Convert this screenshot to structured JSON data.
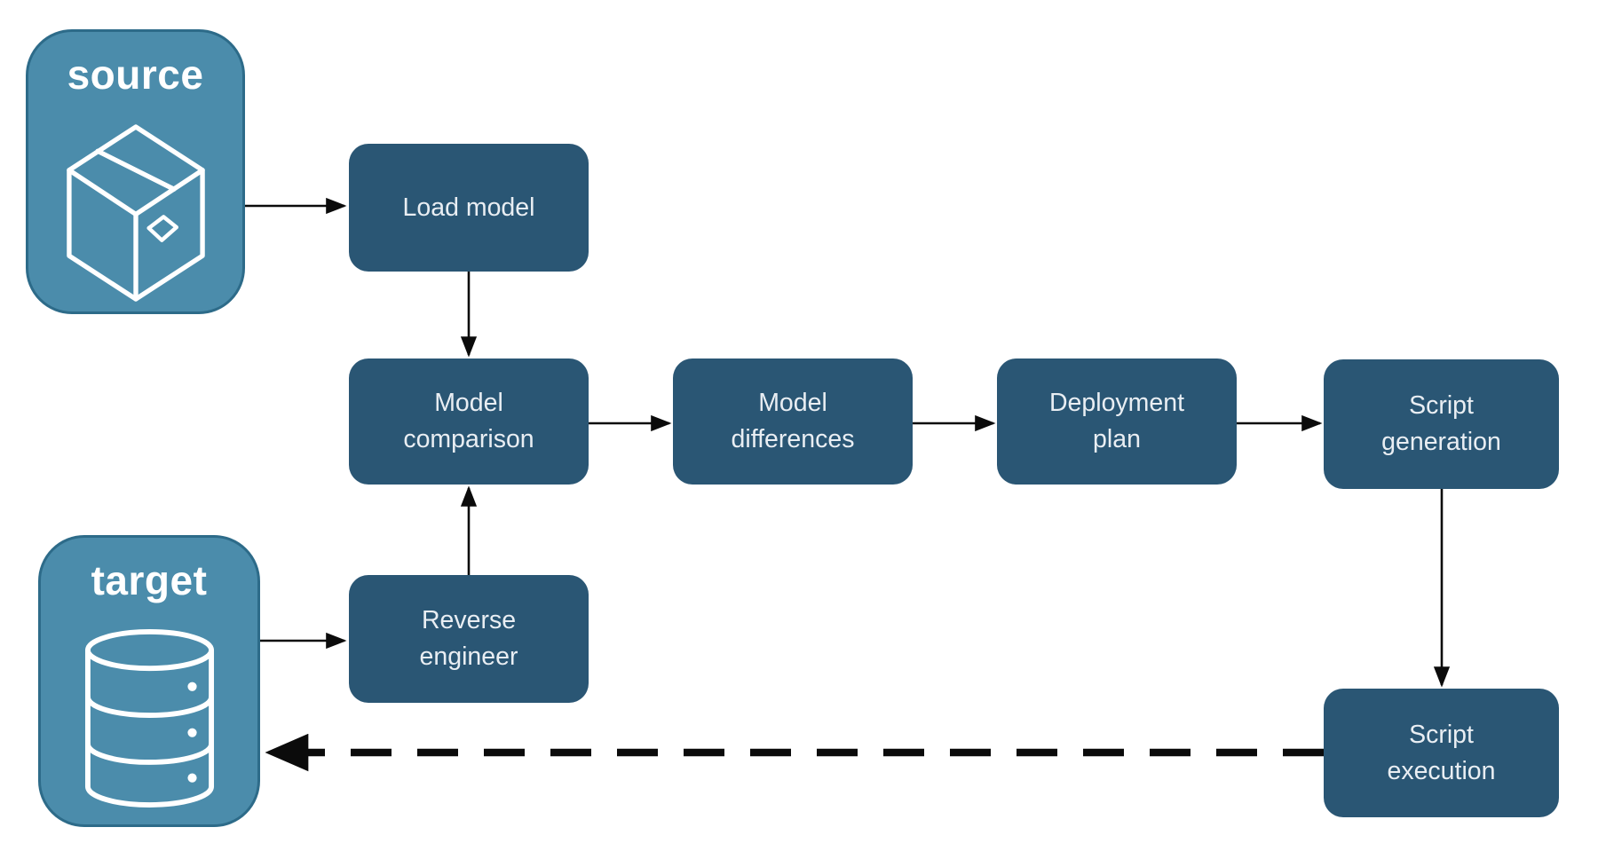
{
  "diagram": {
    "containers": {
      "source": {
        "label": "source",
        "icon": "package-icon"
      },
      "target": {
        "label": "target",
        "icon": "database-icon"
      }
    },
    "nodes": [
      {
        "id": "load-model",
        "lines": [
          "Load model"
        ]
      },
      {
        "id": "model-comparison",
        "lines": [
          "Model",
          "comparison"
        ]
      },
      {
        "id": "model-differences",
        "lines": [
          "Model",
          "differences"
        ]
      },
      {
        "id": "deployment-plan",
        "lines": [
          "Deployment",
          "plan"
        ]
      },
      {
        "id": "script-generation",
        "lines": [
          "Script",
          "generation"
        ]
      },
      {
        "id": "script-execution",
        "lines": [
          "Script",
          "execution"
        ]
      },
      {
        "id": "reverse-engineer",
        "lines": [
          "Reverse",
          "engineer"
        ]
      }
    ],
    "edges": [
      {
        "from": "source",
        "to": "load-model",
        "style": "solid"
      },
      {
        "from": "load-model",
        "to": "model-comparison",
        "style": "solid"
      },
      {
        "from": "model-comparison",
        "to": "model-differences",
        "style": "solid"
      },
      {
        "from": "model-differences",
        "to": "deployment-plan",
        "style": "solid"
      },
      {
        "from": "deployment-plan",
        "to": "script-generation",
        "style": "solid"
      },
      {
        "from": "script-generation",
        "to": "script-execution",
        "style": "solid"
      },
      {
        "from": "target",
        "to": "reverse-engineer",
        "style": "solid"
      },
      {
        "from": "reverse-engineer",
        "to": "model-comparison",
        "style": "solid"
      },
      {
        "from": "script-execution",
        "to": "target",
        "style": "dashed"
      }
    ]
  },
  "colors": {
    "node_fill": "#2A5674",
    "node_text": "#E9EEF3",
    "container_fill": "#4B8CAB",
    "container_border": "#2D6B89",
    "container_text": "#FFFFFF",
    "arrow_color": "#0B0B0B",
    "canvas_bg": "#FFFFFF",
    "icon_stroke": "#FFFFFF"
  }
}
